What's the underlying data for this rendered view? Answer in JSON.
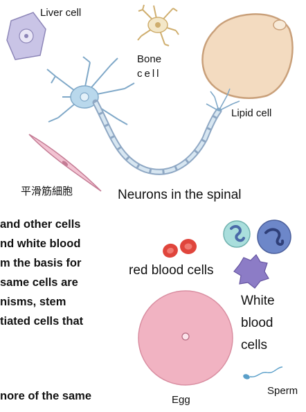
{
  "labels": {
    "liver": "Liver cell",
    "bone_line1": "Bone",
    "bone_line2": "cell",
    "lipid": "Lipid cell",
    "smooth_muscle": "平滑筋細胞",
    "neurons": "Neurons in the spinal",
    "red_blood": "red blood cells",
    "white_line1": "White",
    "white_line2": "blood",
    "white_line3": "cells",
    "egg": "Egg",
    "sperm": "Sperm"
  },
  "paragraph": [
    "and other cells",
    "nd white blood",
    "m the basis for",
    "same cells are",
    "nisms, stem",
    "tiated cells that",
    "",
    "nore of the same"
  ],
  "colors": {
    "liver": "#c9c4e6",
    "bone": "#f3e7c8",
    "lipid": "#f3dbc0",
    "neuron": "#b9d8ec",
    "muscle": "#f2c3d2",
    "red_blood": "#e0453c",
    "white_blood": "#8c7cc6",
    "egg": "#f1b3c2"
  }
}
